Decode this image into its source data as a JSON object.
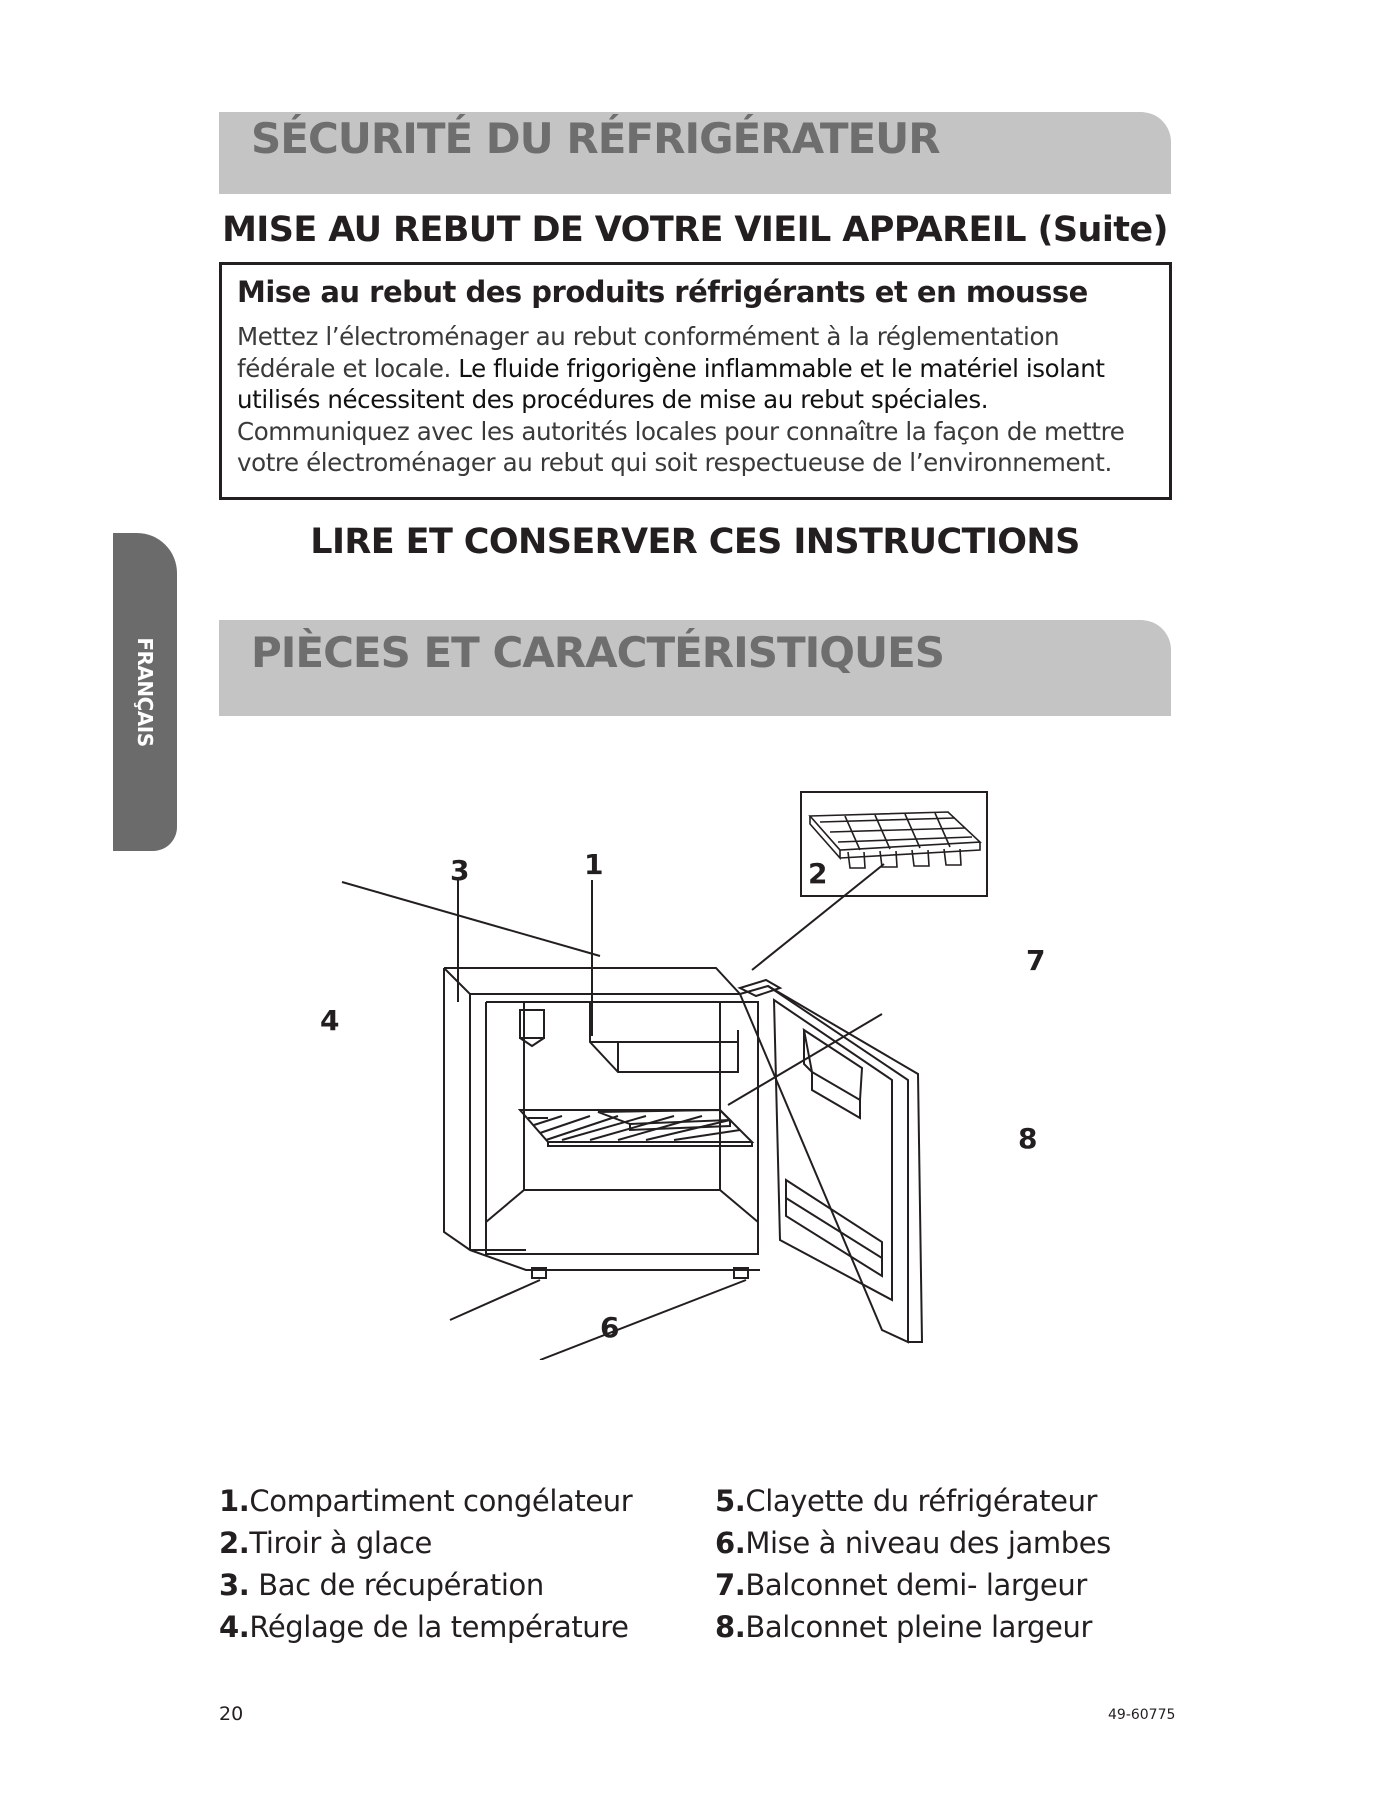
{
  "section1": {
    "title": "SÉCURITÉ DU RÉFRIGÉRATEUR",
    "subtitle": "MISE AU REBUT DE VOTRE VIEIL APPAREIL (Suite)"
  },
  "notice": {
    "title": "Mise au rebut des produits réfrigérants et en mousse",
    "body_part1": "Mettez l’électroménager au rebut conformément à la réglementation fédérale et locale.",
    "body_part2": "Le fluide frigorigène inflammable et le matériel isolant utilisés nécessitent des procédures de mise au rebut spéciales.",
    "body_part3": "Communiquez avec les autorités locales pour connaître la façon de mettre votre électroménager au rebut qui soit respectueuse de l’environnement."
  },
  "read_instructions": "LIRE ET CONSERVER CES INSTRUCTIONS",
  "language_tab": "FRANÇAIS",
  "section2": {
    "title": "PIÈCES ET CARACTÉRISTIQUES"
  },
  "diagram": {
    "callouts": [
      "1",
      "2",
      "3",
      "4",
      "6",
      "7",
      "8"
    ]
  },
  "parts_left": [
    {
      "num": "1.",
      "label": "Compartiment congélateur"
    },
    {
      "num": "2.",
      "label": "Tiroir à glace"
    },
    {
      "num": "3.",
      "label": " Bac de récupération"
    },
    {
      "num": "4.",
      "label": "Réglage de la température"
    }
  ],
  "parts_right": [
    {
      "num": "5.",
      "label": "Clayette du réfrigérateur"
    },
    {
      "num": "6.",
      "label": "Mise à niveau des jambes"
    },
    {
      "num": "7.",
      "label": "Balconnet demi- largeur"
    },
    {
      "num": "8.",
      "label": "Balconnet pleine largeur"
    }
  ],
  "footer": {
    "page_number": "20",
    "doc_code": "49-60775"
  }
}
